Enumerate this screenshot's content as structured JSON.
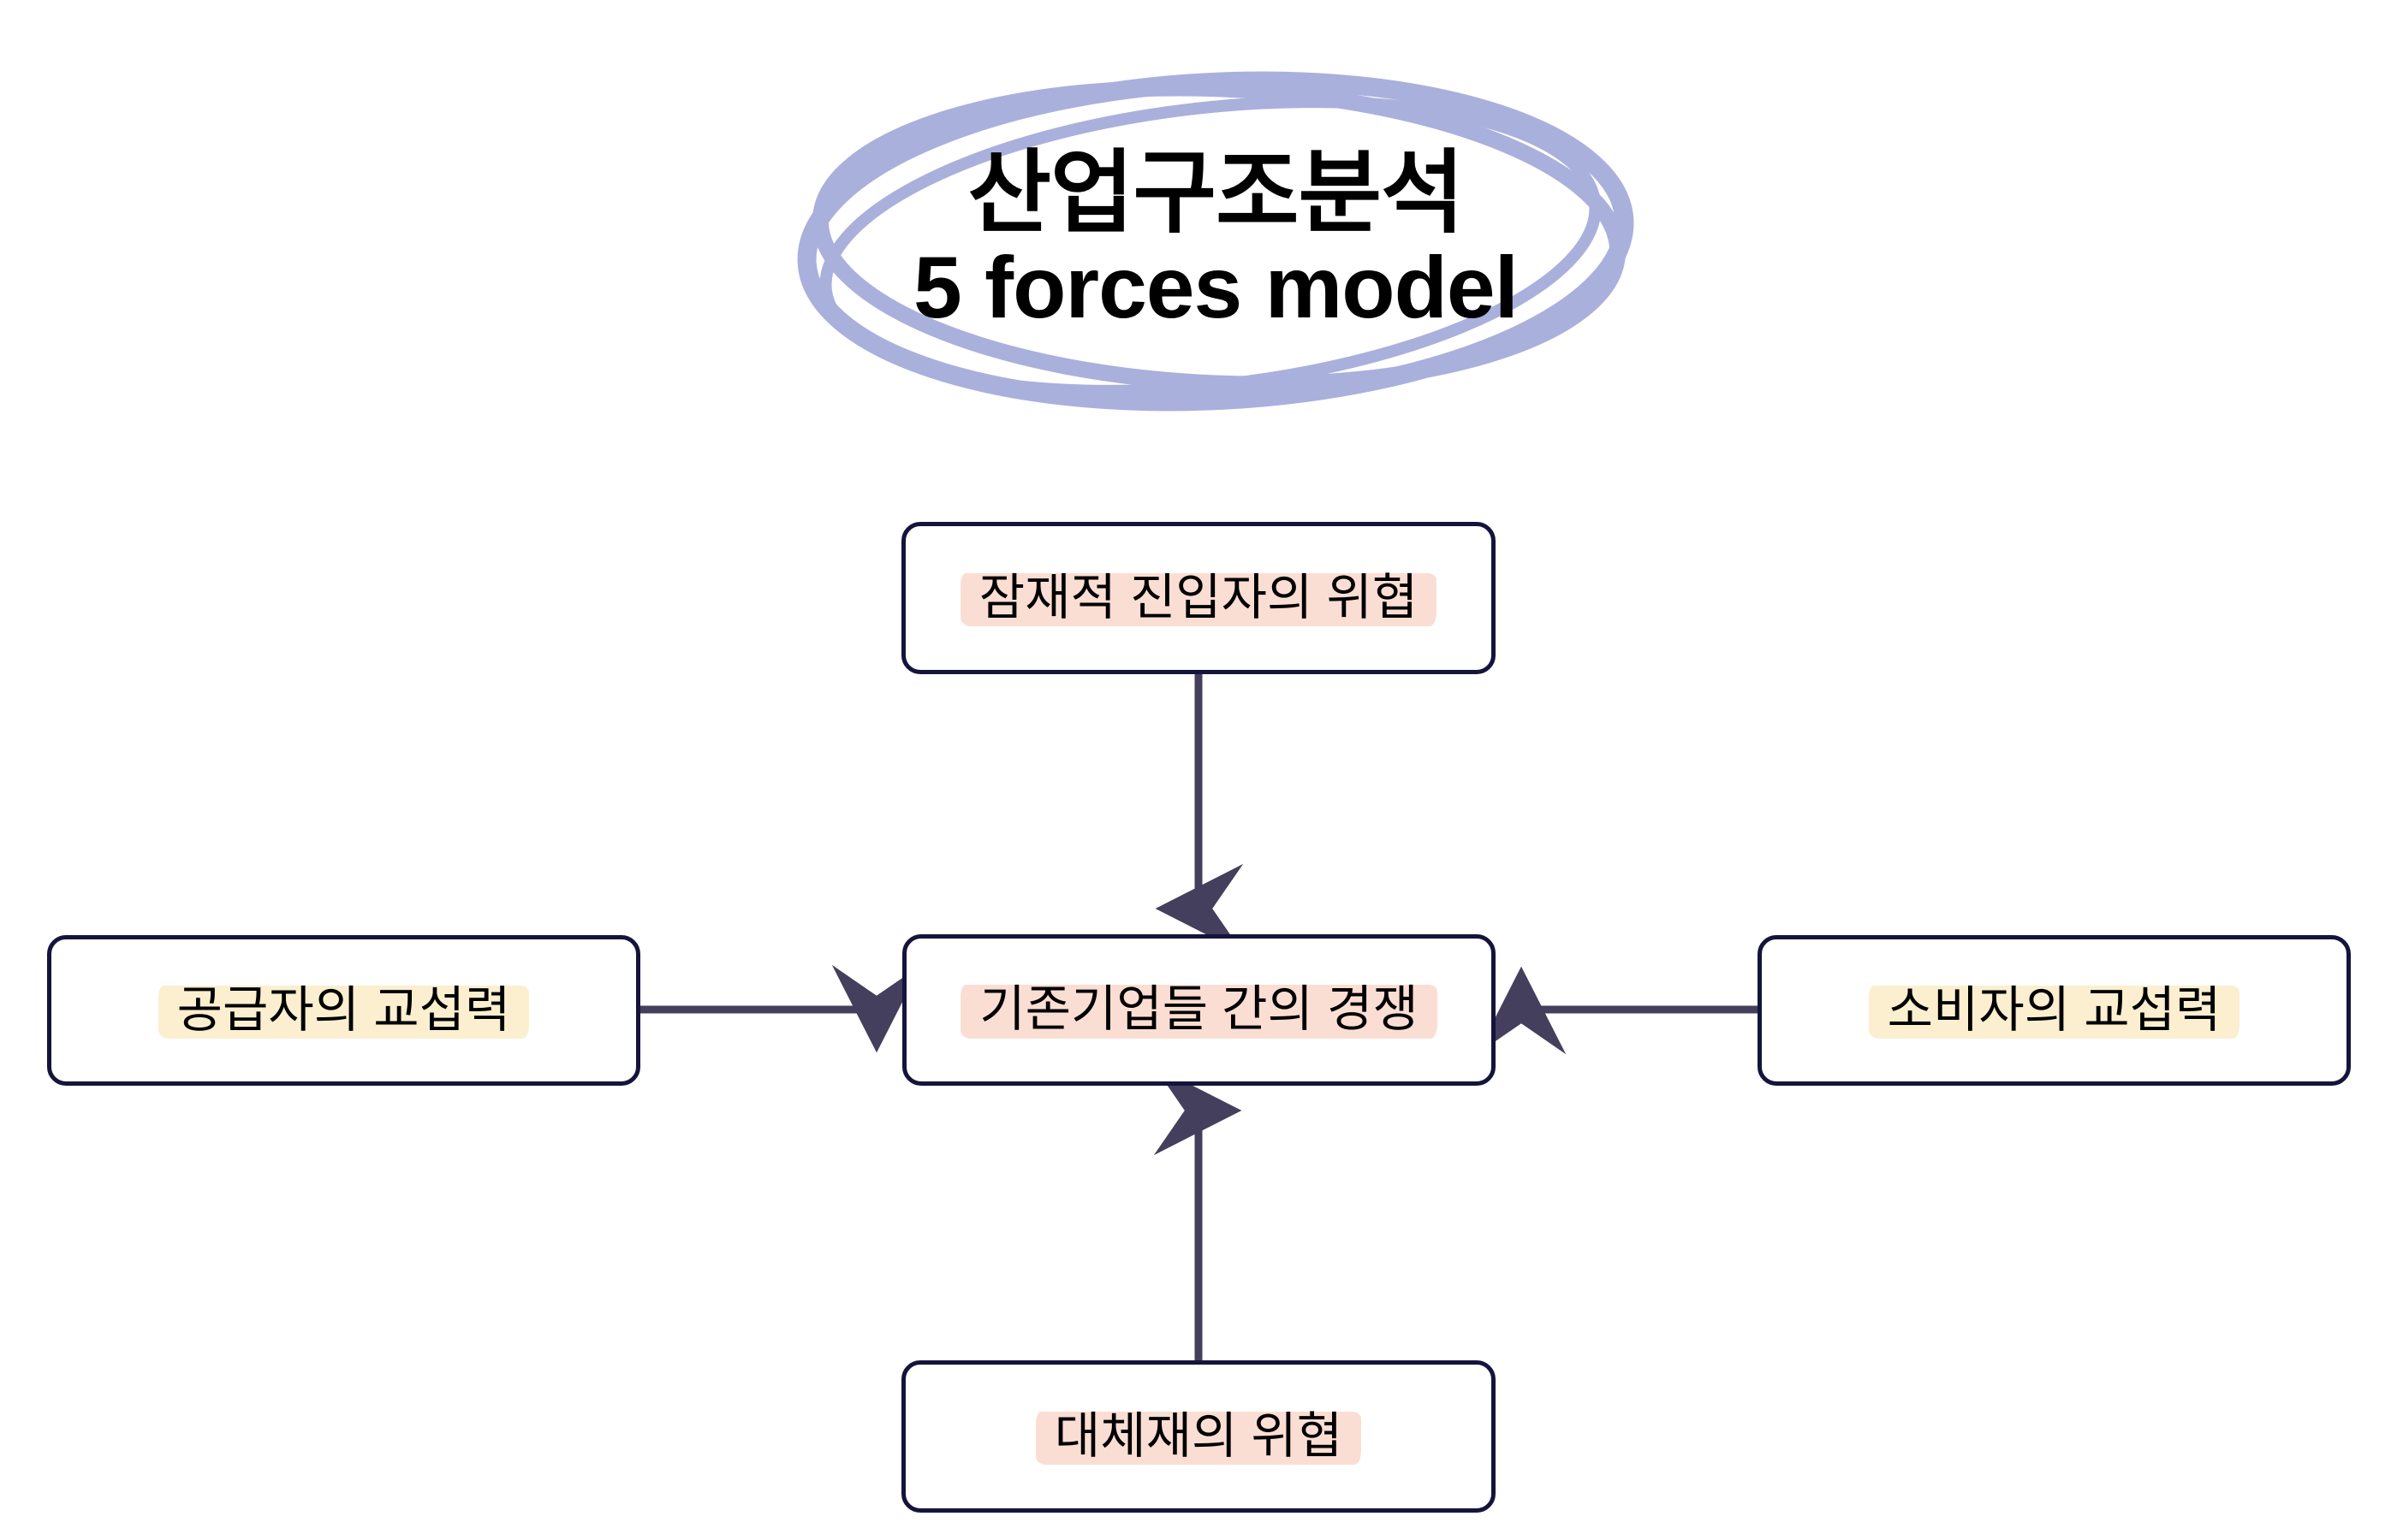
{
  "title": {
    "line1": "산업구조분석",
    "line2": "5 forces model",
    "scribble_color": "#aab0dc",
    "text_color": "#000000"
  },
  "colors": {
    "node_border": "#14143c",
    "node_fill": "#ffffff",
    "arrow": "#443f5c",
    "highlight_pink": "#fbded3",
    "highlight_cream": "#fbefd0",
    "background": "#ffffff"
  },
  "diagram": {
    "type": "porters-five-forces",
    "nodes": [
      {
        "id": "center",
        "label": "기존기업들 간의 경쟁",
        "highlight": "pink",
        "position": "center"
      },
      {
        "id": "top",
        "label": "잠재적 진입자의 위협",
        "highlight": "pink",
        "position": "top"
      },
      {
        "id": "left",
        "label": "공급자의 교섭력",
        "highlight": "cream",
        "position": "left"
      },
      {
        "id": "right",
        "label": "소비자의 교섭력",
        "highlight": "cream",
        "position": "right"
      },
      {
        "id": "bottom",
        "label": "대체재의 위협",
        "highlight": "pink",
        "position": "bottom"
      }
    ],
    "edges": [
      {
        "id": "top-to-center",
        "from": "top",
        "to": "center",
        "direction": "down"
      },
      {
        "id": "left-to-center",
        "from": "left",
        "to": "center",
        "direction": "right"
      },
      {
        "id": "right-to-center",
        "from": "right",
        "to": "center",
        "direction": "left"
      },
      {
        "id": "bottom-to-center",
        "from": "bottom",
        "to": "center",
        "direction": "up"
      }
    ]
  }
}
